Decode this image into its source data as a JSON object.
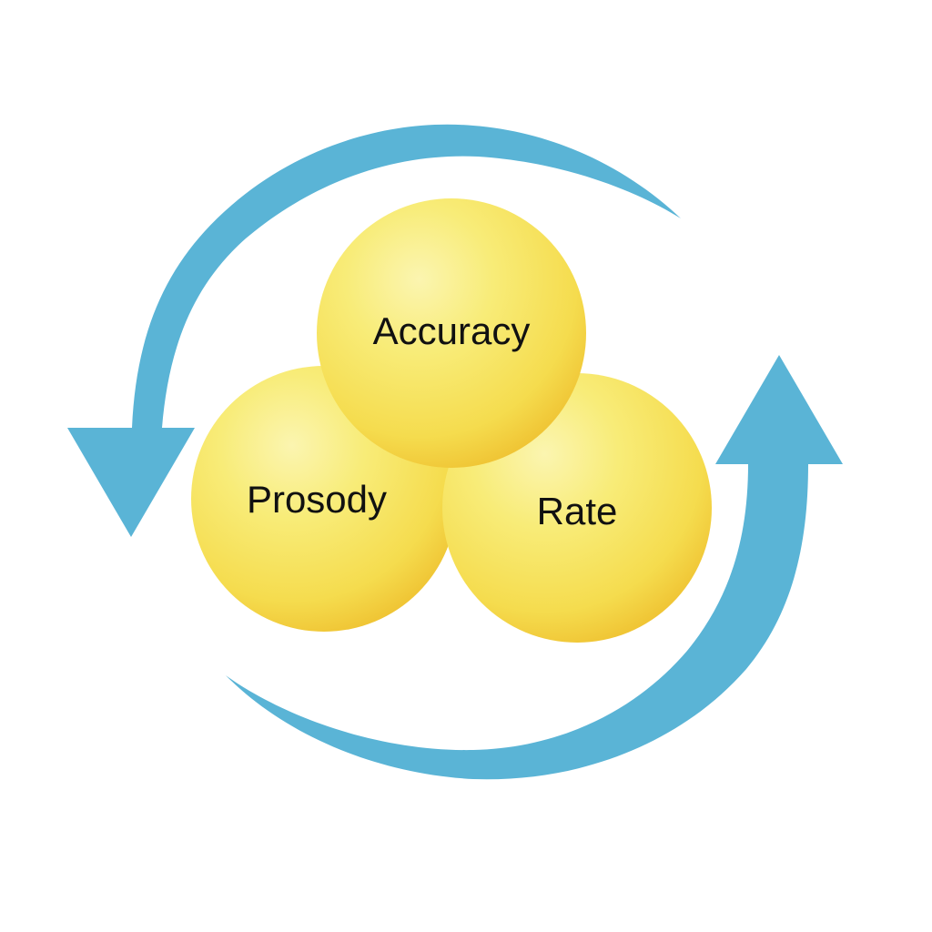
{
  "diagram": {
    "spheres": {
      "accuracy": "Accuracy",
      "prosody": "Prosody",
      "rate": "Rate"
    },
    "colors": {
      "arrow": "#5ab4d6",
      "sphere_highlight": "#fbf5b0",
      "sphere_mid": "#f7e55a",
      "sphere_edge": "#efc02c",
      "background": "#ffffff"
    },
    "arrows": [
      {
        "name": "left-arc-arrow",
        "direction": "counterclockwise",
        "pointing": "down"
      },
      {
        "name": "right-arc-arrow",
        "direction": "counterclockwise",
        "pointing": "up"
      }
    ]
  }
}
